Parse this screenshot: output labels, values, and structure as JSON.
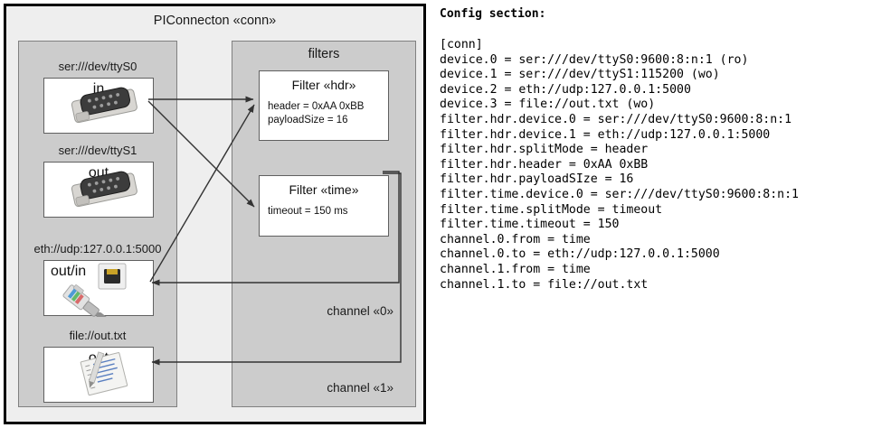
{
  "diagram": {
    "outer": {
      "title": "PIConnecton «conn»"
    },
    "devices_panel": {
      "title": "",
      "devices": [
        {
          "label": "ser:///dev/ttyS0",
          "direction": "in",
          "icon": "serial-connector-icon"
        },
        {
          "label": "ser:///dev/ttyS1",
          "direction": "out",
          "icon": "serial-connector-icon"
        },
        {
          "label": "eth://udp:127.0.0.1:5000",
          "direction": "out/in",
          "icon": "ethernet-connector-icon"
        },
        {
          "label": "file://out.txt",
          "direction": "out",
          "icon": "text-file-icon"
        }
      ]
    },
    "filters_panel": {
      "title": "filters",
      "filters": [
        {
          "title": "Filter «hdr»",
          "props": "header = 0xAA 0xBB\npayloadSize = 16"
        },
        {
          "title": "Filter «time»",
          "props": "timeout = 150 ms"
        }
      ]
    },
    "channels": [
      {
        "label": "channel «0»"
      },
      {
        "label": "channel «1»"
      }
    ]
  },
  "config": {
    "heading": "Config section:",
    "lines": "[conn]\ndevice.0 = ser:///dev/ttyS0:9600:8:n:1 (ro)\ndevice.1 = ser:///dev/ttyS1:115200 (wo)\ndevice.2 = eth://udp:127.0.0.1:5000\ndevice.3 = file://out.txt (wo)\nfilter.hdr.device.0 = ser:///dev/ttyS0:9600:8:n:1\nfilter.hdr.device.1 = eth://udp:127.0.0.1:5000\nfilter.hdr.splitMode = header\nfilter.hdr.header = 0xAA 0xBB\nfilter.hdr.payloadSIze = 16\nfilter.time.device.0 = ser:///dev/ttyS0:9600:8:n:1\nfilter.time.splitMode = timeout\nfilter.time.timeout = 150\nchannel.0.from = time\nchannel.0.to = eth://udp:127.0.0.1:5000\nchannel.1.from = time\nchannel.1.to = file://out.txt"
  },
  "colors": {
    "page_background": "#ffffff",
    "outer_background": "#eeeeee",
    "outer_border": "#000000",
    "panel_background": "#cccccc",
    "panel_border": "#808080",
    "card_background": "#ffffff",
    "card_border": "#606060",
    "connector_stroke": "#333333",
    "text": "#1a1a1a"
  }
}
